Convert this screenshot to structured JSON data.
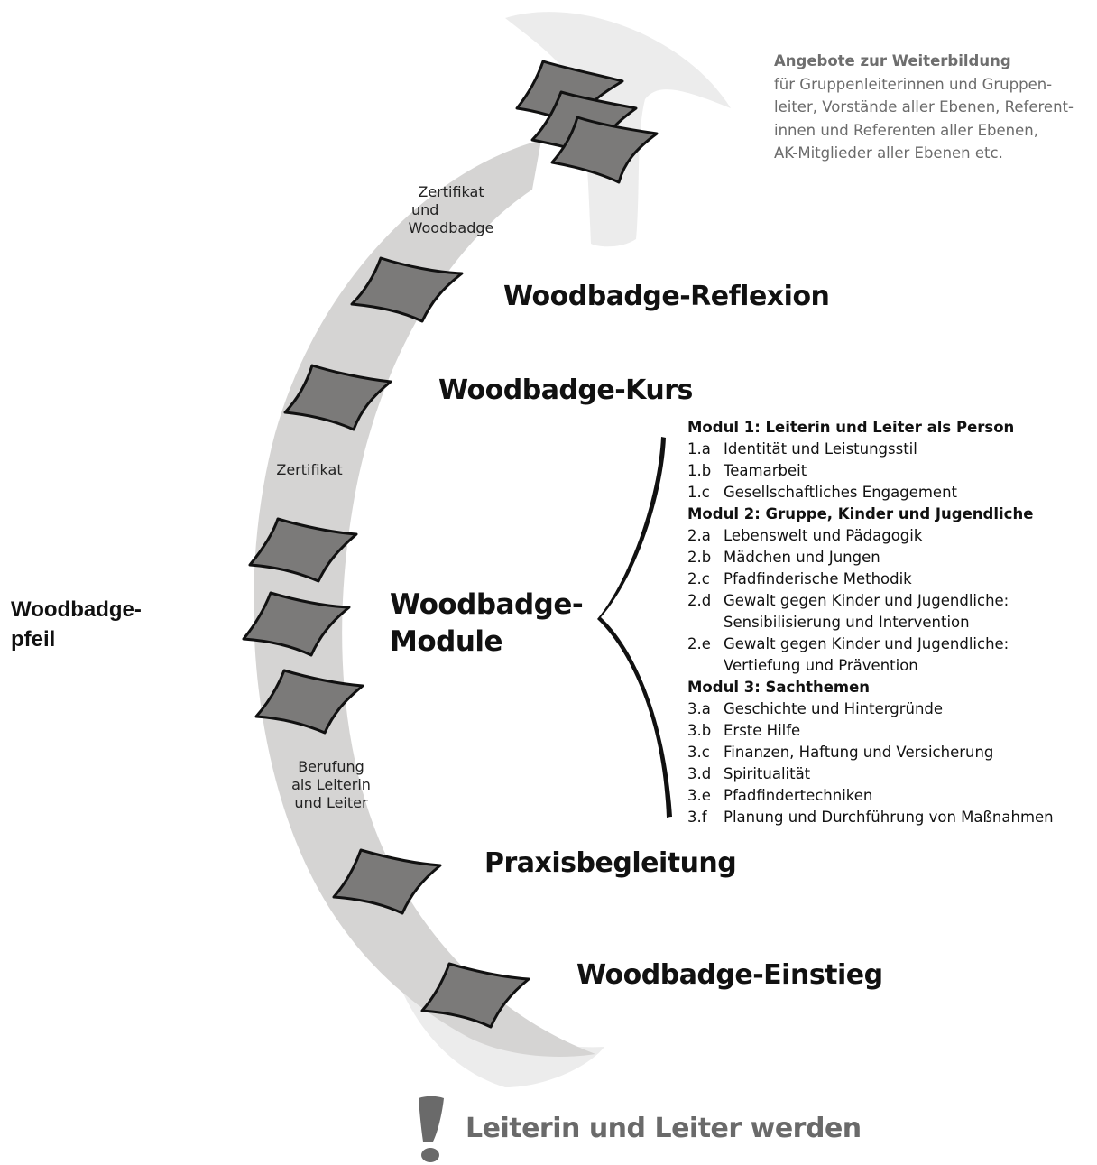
{
  "diagram_title": [
    "Woodbadge-",
    "pfeil"
  ],
  "offers": {
    "title": "Angebote zur Weiterbildung",
    "lines": [
      "für Gruppenleiterinnen und Gruppen-",
      "leiter, Vorstände aller Ebenen, Referent-",
      "innen und Referenten aller Ebenen,",
      "AK-Mitglieder aller Ebenen etc."
    ]
  },
  "arrow_labels": {
    "certificate_woodbadge": [
      "Zertifikat",
      "und",
      "Woodbadge"
    ],
    "certificate": "Zertifikat",
    "appointment": [
      "Berufung",
      "als Leiterin",
      "und Leiter"
    ]
  },
  "stages": {
    "reflexion": "Woodbadge-Reflexion",
    "kurs": "Woodbadge-Kurs",
    "module": [
      "Woodbadge-",
      "Module"
    ],
    "praxis": "Praxisbegleitung",
    "einstieg": "Woodbadge-Einstieg"
  },
  "modules": [
    {
      "title": "Modul 1: Leiterin und Leiter als Person",
      "items": [
        {
          "code": "1.a",
          "lines": [
            "Identität und Leistungsstil"
          ]
        },
        {
          "code": "1.b",
          "lines": [
            "Teamarbeit"
          ]
        },
        {
          "code": "1.c",
          "lines": [
            "Gesellschaftliches Engagement"
          ]
        }
      ]
    },
    {
      "title": "Modul 2: Gruppe, Kinder und Jugendliche",
      "items": [
        {
          "code": "2.a",
          "lines": [
            "Lebenswelt und Pädagogik"
          ]
        },
        {
          "code": "2.b",
          "lines": [
            "Mädchen und Jungen"
          ]
        },
        {
          "code": "2.c",
          "lines": [
            "Pfadfinderische Methodik"
          ]
        },
        {
          "code": "2.d",
          "lines": [
            "Gewalt gegen Kinder und Jugendliche:",
            "Sensibilisierung und Intervention"
          ]
        },
        {
          "code": "2.e",
          "lines": [
            "Gewalt gegen Kinder und Jugendliche:",
            "Vertiefung und Prävention"
          ]
        }
      ]
    },
    {
      "title": "Modul 3: Sachthemen",
      "items": [
        {
          "code": "3.a",
          "lines": [
            "Geschichte und Hintergründe"
          ]
        },
        {
          "code": "3.b",
          "lines": [
            "Erste Hilfe"
          ]
        },
        {
          "code": "3.c",
          "lines": [
            "Finanzen, Haftung und Versicherung"
          ]
        },
        {
          "code": "3.d",
          "lines": [
            "Spiritualität"
          ]
        },
        {
          "code": "3.e",
          "lines": [
            "Pfadfindertechniken"
          ]
        },
        {
          "code": "3.f",
          "lines": [
            "Planung und Durchführung von Maßnahmen"
          ]
        }
      ]
    }
  ],
  "footer": {
    "mark": "!",
    "text": "Leiterin und Leiter werden"
  },
  "colors": {
    "arrow_light": "#ececec",
    "arrow_main": "#d4d3d2",
    "badge_fill": "#7b7a79",
    "badge_outline": "#111111",
    "footer_text": "#6a6a6a",
    "offers_text": "#6b6b6b"
  }
}
